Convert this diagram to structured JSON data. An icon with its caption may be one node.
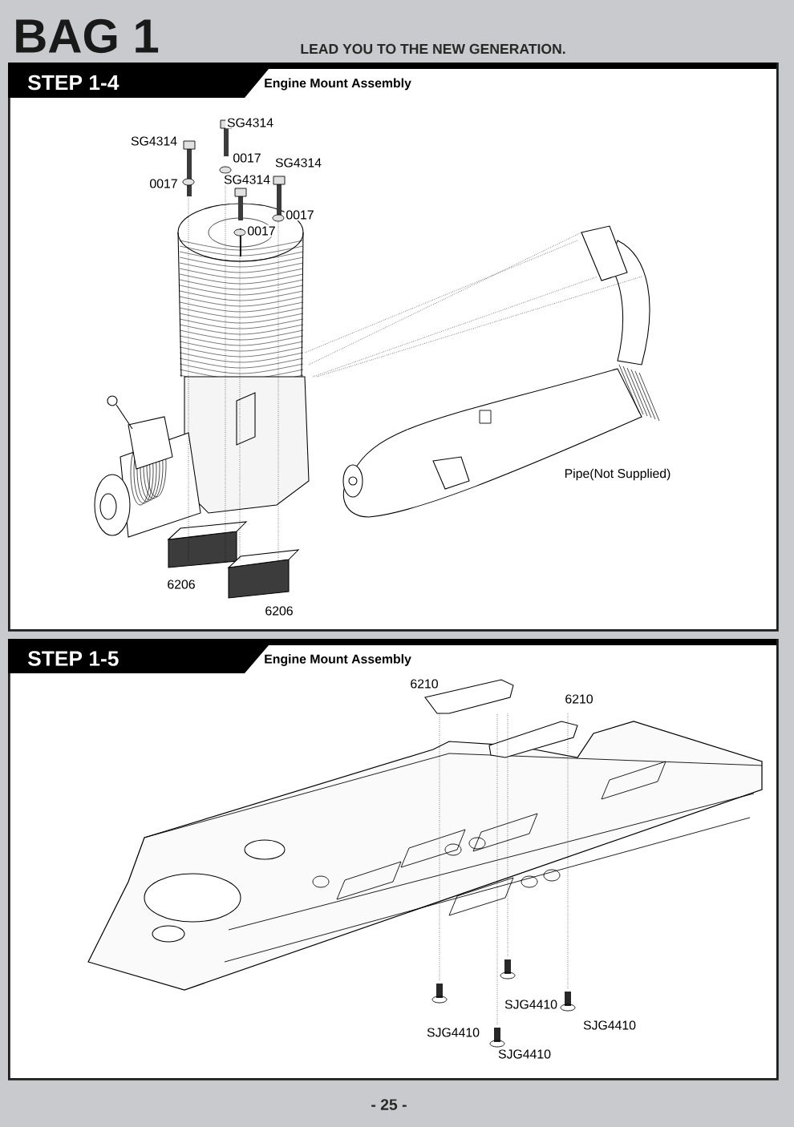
{
  "diagram": {
    "title": "BAG 1",
    "nodes": [
      {
        "text": [
          "STEP 1-4",
          "Engine Mount Assembly"
        ]
      },
      {
        "text": [
          "STEP 1-5",
          "Engine Mount Assembly"
        ]
      }
    ],
    "labels": [
      "LEAD YOU TO THE NEW GENERATION.",
      "SG4314",
      "SG4314",
      "0017",
      "SG4314",
      "SG4314",
      "0017",
      "0017",
      "0017",
      "Pipe(Not Supplied)",
      "6206",
      "6206",
      "6210",
      "6210",
      "SJG4410",
      "SJG4410",
      "SJG4410",
      "SJG4410",
      "- 25 -"
    ]
  }
}
